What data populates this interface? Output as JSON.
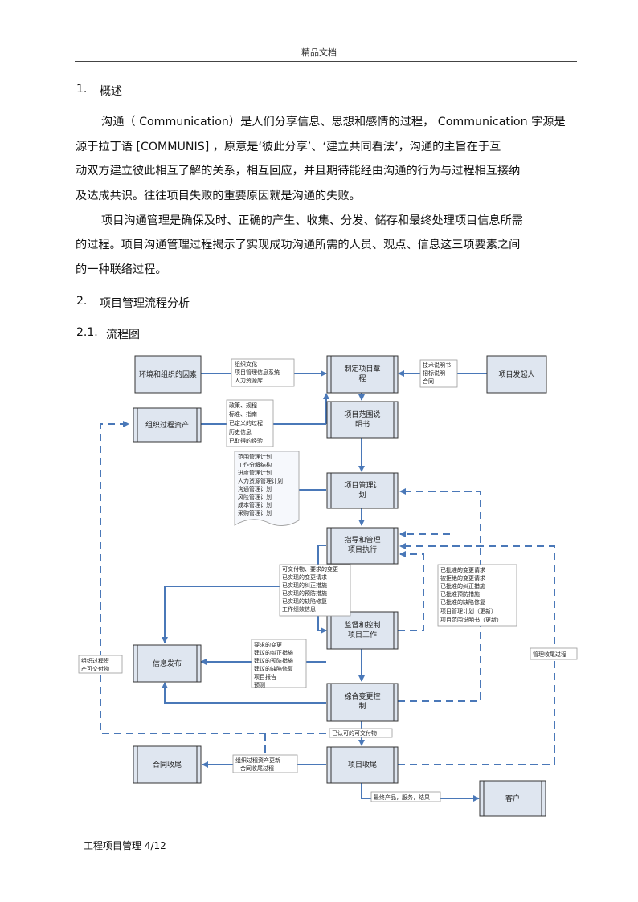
{
  "header": {
    "title": "精品文档"
  },
  "section1": {
    "number": "1.",
    "title": "概述"
  },
  "paragraphs": {
    "p1_line1": "沟通（ Communication）是人们分享信息、思想和感情的过程，    Communication 字源是",
    "p1_line2": "源于拉丁语 [COMMUNIS] ，原意是‘彼此分享’、‘建立共同看法’，沟通的主旨在于互",
    "p1_line3": "动双方建立彼此相互了解的关系，相互回应，并且期待能经由沟通的行为与过程相互接纳",
    "p1_line4": "及达成共识。往往项目失败的重要原因就是沟通的失败。",
    "p2_line1": "项目沟通管理是确保及时、正确的产生、收集、分发、储存和最终处理项目信息所需",
    "p2_line2": "的过程。项目沟通管理过程揭示了实现成功沟通所需的人员、观点、信息这三项要素之间",
    "p2_line3": "的一种联络过程。"
  },
  "section2": {
    "number": "2.",
    "title": "项目管理流程分析"
  },
  "section21": {
    "number": "2.1.",
    "title": "流程图"
  },
  "flowchart": {
    "nodes": {
      "env": "环境和组织的因素",
      "charter_l1": "制定项目章",
      "charter_l2": "程",
      "sponsor": "项目发起人",
      "opa": "组织过程资产",
      "scope_l1": "项目范围说",
      "scope_l2": "明书",
      "plan_l1": "项目管理计",
      "plan_l2": "划",
      "exec_l1": "指导和管理",
      "exec_l2": "项目执行",
      "monitor_l1": "监督和控制",
      "monitor_l2": "项目工作",
      "info": "信息发布",
      "change_l1": "综合变更控",
      "change_l2": "制",
      "contract": "合同收尾",
      "closure": "项目收尾",
      "customer": "客户"
    },
    "labels": {
      "env_inputs": [
        "组织文化",
        "项目管理信息系统",
        "人力资源库"
      ],
      "sponsor_inputs": [
        "技术说明书",
        "招标说明",
        "合同"
      ],
      "opa_inputs": [
        "政策、规程",
        "标准、指南",
        "已定义的过程",
        "历史信息",
        "已取得的经验"
      ],
      "plan_doc": [
        "范围管理计划",
        "工作分解结构",
        "进度管理计划",
        "人力资源管理计划",
        "沟通管理计划",
        "风险管理计划",
        "成本管理计划",
        "采购管理计划"
      ],
      "exec_outputs": [
        "可交付物、要求的变更",
        "已实现的变更请求",
        "已实现的纠正措施",
        "已实现的预防措施",
        "已实现的缺陷修复",
        "工作绩效信息"
      ],
      "approved": [
        "已批准的变更请求",
        "被拒绝的变更请求",
        "已批准的纠正措施",
        "已批准预防措施",
        "已批准的缺陷修复",
        "项目管理计划（更新）",
        "项目范围说明书（更新）"
      ],
      "monitor_outputs": [
        "要求的变更",
        "建议的纠正措施",
        "建议的预防措施",
        "建议的缺陷修复",
        "项目报告",
        "预测"
      ],
      "closure_process": "管理收尾过程",
      "opa_deliverables": [
        "组织过程资",
        "产可交付物"
      ],
      "accepted": "已认可的可交付物",
      "contract_note": [
        "组织过程资产更新",
        "合同收尾过程"
      ],
      "final": "最终产品，服务，结果"
    }
  },
  "footer": {
    "text": "工程项目管理   4/12"
  }
}
